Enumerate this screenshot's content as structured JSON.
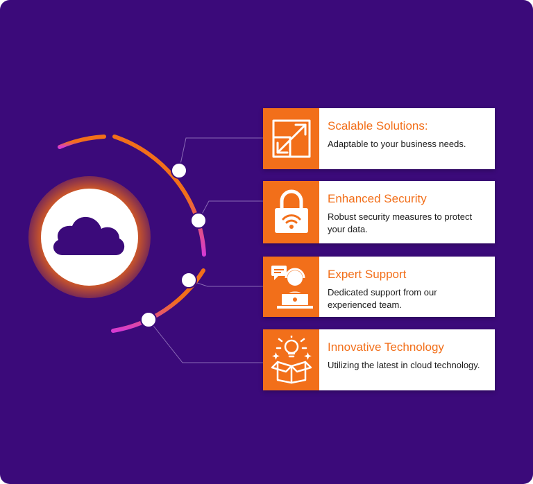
{
  "colors": {
    "background": "#3b0a7a",
    "accent": "#f26f1a",
    "arc_gradient_end": "#d63ad2",
    "card_background": "#ffffff",
    "text_dark": "#1b1b1b",
    "cloud": "#3b0a7a"
  },
  "hub": {
    "icon": "cloud-icon"
  },
  "features": [
    {
      "icon": "scale-arrows-icon",
      "title": "Scalable Solutions:",
      "description": "Adaptable to your business needs."
    },
    {
      "icon": "padlock-wifi-icon",
      "title": "Enhanced Security",
      "description": "Robust security measures to protect your data."
    },
    {
      "icon": "support-agent-icon",
      "title": "Expert Support",
      "description": "Dedicated support from our experienced team."
    },
    {
      "icon": "idea-box-icon",
      "title": "Innovative Technology",
      "description": "Utilizing the latest in cloud technology."
    }
  ]
}
